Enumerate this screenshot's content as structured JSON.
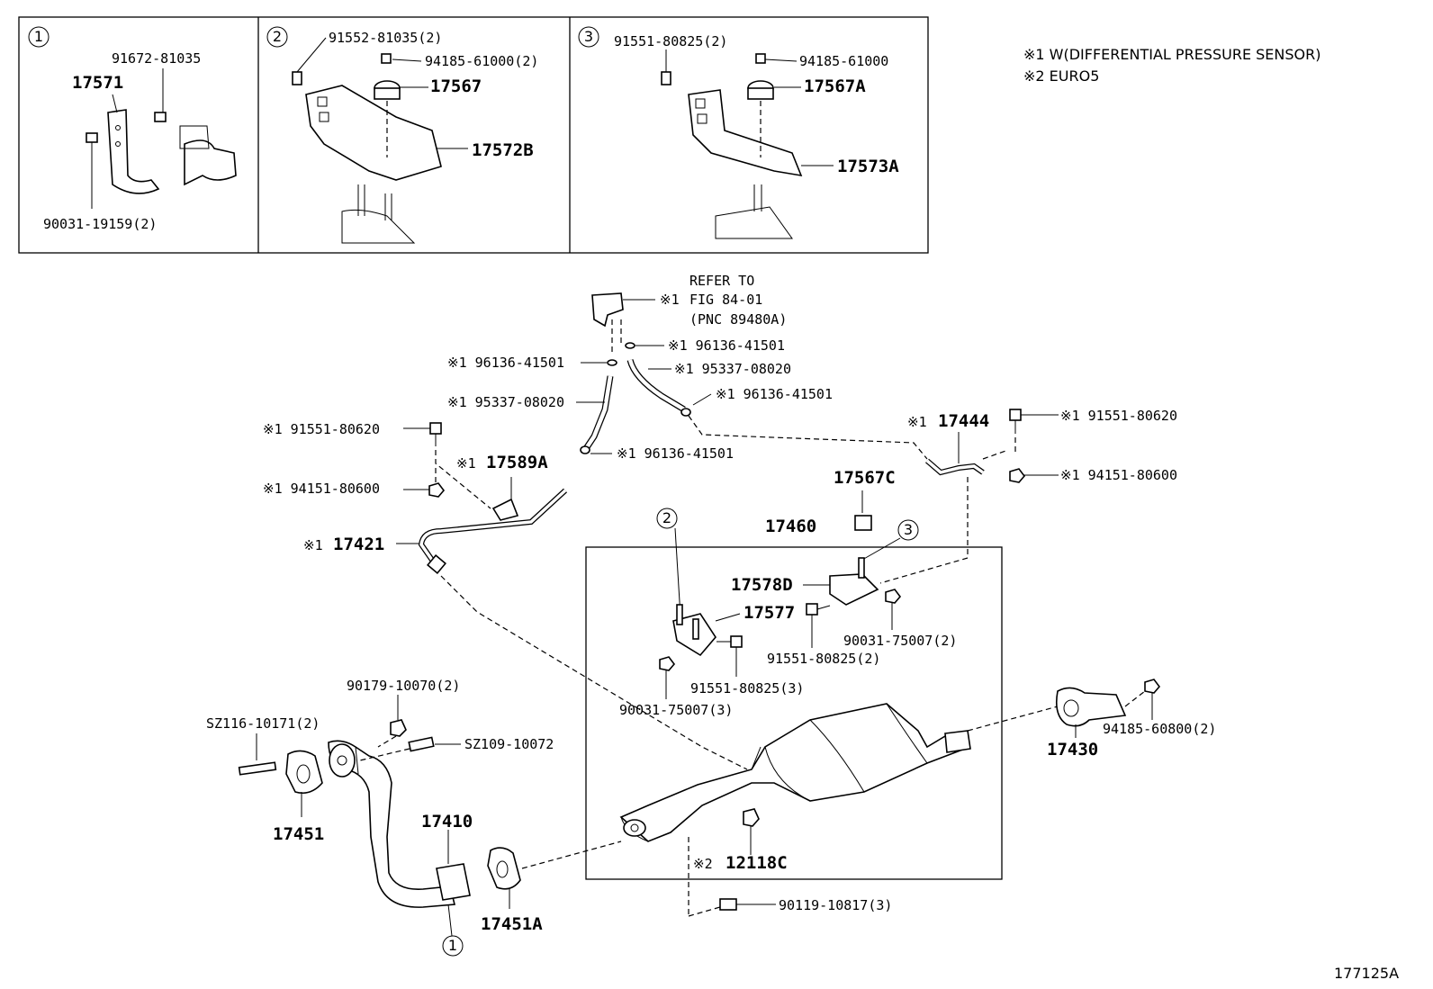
{
  "notes": {
    "n1": "※1 W(DIFFERENTIAL PRESSURE SENSOR)",
    "n2": "※2 EURO5"
  },
  "figure_id": "177125A",
  "insets": {
    "i1": {
      "circle": "1",
      "labels": [
        "91672-81035",
        "17571",
        "90031-19159(2)"
      ]
    },
    "i2": {
      "circle": "2",
      "labels": [
        "91552-81035(2)",
        "94185-61000(2)",
        "17567",
        "17572B"
      ]
    },
    "i3": {
      "circle": "3",
      "labels": [
        "91551-80825(2)",
        "94185-61000",
        "17567A",
        "17573A"
      ]
    }
  },
  "refer": {
    "l1": "REFER TO",
    "l2": "FIG 84-01",
    "l3": "(PNC 89480A)",
    "mark": "※1"
  },
  "callouts": {
    "c1": "2",
    "c2": "3",
    "c3": "1"
  },
  "labels": {
    "p96136a": "※1 96136-41501",
    "p96136b": "※1 96136-41501",
    "p95337a": "※1 95337-08020",
    "p95337b": "※1 95337-08020",
    "p96136c": "※1 96136-41501",
    "p96136d": "※1 96136-41501",
    "p91551a": "※1 91551-80620",
    "p17589A": "17589A",
    "p17589Amark": "※1",
    "p94151a": "※1 94151-80600",
    "p17421": "17421",
    "p17421mark": "※1",
    "p17444": "17444",
    "p17444mark": "※1",
    "p91551b": "※1 91551-80620",
    "p94151b": "※1 94151-80600",
    "p17567C": "17567C",
    "p17460": "17460",
    "p17578D": "17578D",
    "p17577": "17577",
    "p91551c": "91551-80825(2)",
    "p90031a": "90031-75007(2)",
    "p91551d": "91551-80825(3)",
    "p90031b": "90031-75007(3)",
    "p90179": "90179-10070(2)",
    "pSZ116": "SZ116-10171(2)",
    "pSZ109": "SZ109-10072",
    "p17451": "17451",
    "p17410": "17410",
    "p17451A": "17451A",
    "p12118C": "12118C",
    "p12118Cmark": "※2",
    "p90119": "90119-10817(3)",
    "p17430": "17430",
    "p94185": "94185-60800(2)"
  }
}
